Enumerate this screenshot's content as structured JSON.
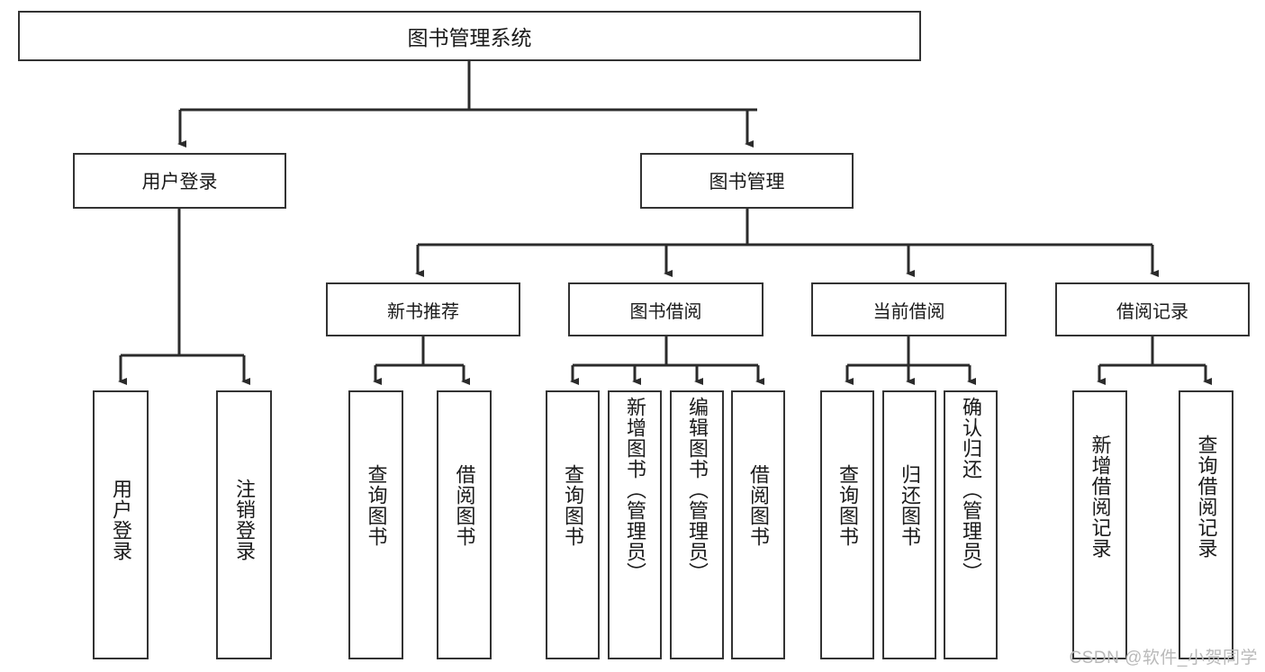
{
  "diagram": {
    "type": "tree-hierarchy",
    "title": "图书管理系统",
    "watermark": "CSDN @软件_小贺同学",
    "colors": {
      "stroke": "#333333",
      "fill": "#ffffff",
      "text": "#1a1a1a",
      "watermark": "#b9b9b9"
    },
    "root": {
      "label": "图书管理系统"
    },
    "level2": [
      {
        "id": "user-login",
        "label": "用户登录"
      },
      {
        "id": "book-manage",
        "label": "图书管理"
      }
    ],
    "level3": [
      {
        "id": "new-book-rec",
        "label": "新书推荐",
        "parent": "book-manage"
      },
      {
        "id": "book-borrow",
        "label": "图书借阅",
        "parent": "book-manage"
      },
      {
        "id": "current-borrow",
        "label": "当前借阅",
        "parent": "book-manage"
      },
      {
        "id": "borrow-record",
        "label": "借阅记录",
        "parent": "book-manage"
      }
    ],
    "leaves": [
      {
        "id": "leaf-user-login",
        "label": "用户登录",
        "parent": "user-login"
      },
      {
        "id": "leaf-logout-login",
        "label": "注销登录",
        "parent": "user-login"
      },
      {
        "id": "leaf-query-book-1",
        "label": "查询图书",
        "parent": "new-book-rec"
      },
      {
        "id": "leaf-borrow-book-1",
        "label": "借阅图书",
        "parent": "new-book-rec"
      },
      {
        "id": "leaf-query-book-2",
        "label": "查询图书",
        "parent": "book-borrow"
      },
      {
        "id": "leaf-add-book",
        "label": "新增图书（管理员）",
        "parent": "book-borrow"
      },
      {
        "id": "leaf-edit-book",
        "label": "编辑图书（管理员）",
        "parent": "book-borrow"
      },
      {
        "id": "leaf-borrow-book-2",
        "label": "借阅图书",
        "parent": "book-borrow"
      },
      {
        "id": "leaf-query-book-3",
        "label": "查询图书",
        "parent": "current-borrow"
      },
      {
        "id": "leaf-return-book",
        "label": "归还图书",
        "parent": "current-borrow"
      },
      {
        "id": "leaf-confirm-return",
        "label": "确认归还（管理员）",
        "parent": "current-borrow"
      },
      {
        "id": "leaf-add-record",
        "label": "新增借阅记录",
        "parent": "borrow-record"
      },
      {
        "id": "leaf-query-record",
        "label": "查询借阅记录",
        "parent": "borrow-record"
      }
    ]
  }
}
